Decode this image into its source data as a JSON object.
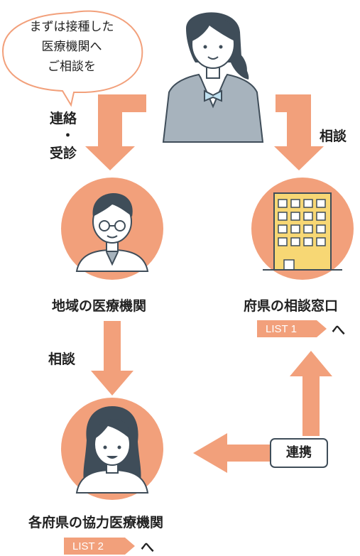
{
  "speech_bubble": "まずは接種した\n医療機関へ\nご相談を",
  "flows": {
    "contact_line1": "連絡",
    "contact_dot": "・",
    "contact_line2": "受診",
    "consult_right": "相談",
    "consult_left": "相談",
    "cooperation": "連携"
  },
  "nodes": {
    "local_medical": "地域の医療機関",
    "prefecture_desk": "府県の相談窓口",
    "cooperating_medical": "各府県の協力医療機関"
  },
  "links": {
    "list1_label": "LIST 1",
    "list2_label": "LIST 2",
    "suffix": "へ"
  },
  "colors": {
    "accent": "#f2a07b",
    "circle": "#f2a07b",
    "line": "#3f4d59",
    "skin": "#ffffff",
    "building": "#f7d774"
  }
}
